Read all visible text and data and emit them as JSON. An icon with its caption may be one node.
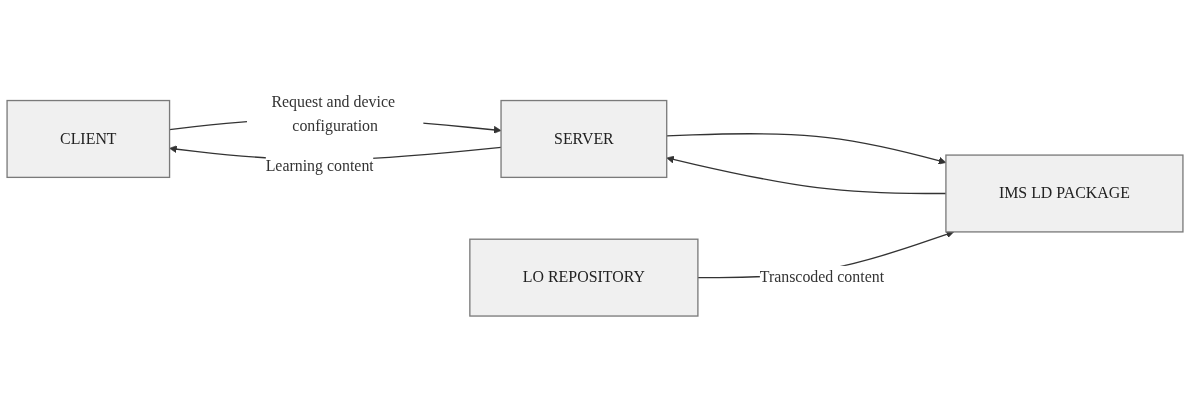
{
  "diagram": {
    "nodes": [
      {
        "text": [
          "CLIENT"
        ]
      },
      {
        "text": [
          "SERVER"
        ]
      },
      {
        "text": [
          "IMS LD PACKAGE"
        ]
      },
      {
        "text": [
          "LO REPOSITORY"
        ]
      }
    ],
    "edges": [
      {
        "from": 0,
        "to": 1,
        "arrow": "to",
        "label": "Request and device configuration"
      },
      {
        "from": 1,
        "to": 0,
        "arrow": "to",
        "label": "Learning content"
      },
      {
        "from": 1,
        "to": 2,
        "arrow": "to"
      },
      {
        "from": 2,
        "to": 1,
        "arrow": "to"
      },
      {
        "from": 3,
        "to": 2,
        "arrow": "to",
        "label": "Transcoded content"
      }
    ]
  }
}
